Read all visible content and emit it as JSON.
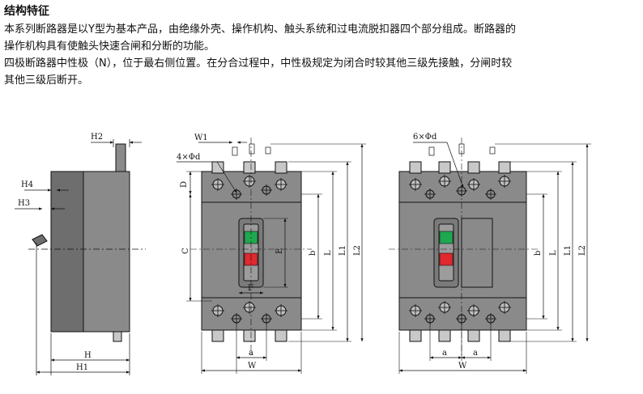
{
  "heading": "结构特征",
  "paragraphs": [
    "本系列断路器是以Y型为基本产品，由绝缘外壳、操作机构、触头系统和过电流脱扣器四个部分组成。断路器的",
    "操作机构具有使触头快速合闸和分断的功能。",
    "四极断路器中性极（N），位于最右侧位置。在分合过程中，中性极规定为闭合时较其他三级先接触，分闸时较",
    "其他三级后断开。"
  ],
  "side_view": {
    "labels": {
      "h2": "H2",
      "h4": "H4",
      "h3": "H3",
      "h": "H",
      "h1": "H1"
    }
  },
  "three_pole_view": {
    "labels": {
      "w1": "W1",
      "holes": "4×Φd",
      "d": "D",
      "c": "C",
      "e": "E",
      "f": "F",
      "b": "b",
      "l": "L",
      "l1": "L1",
      "l2": "L2",
      "a": "a",
      "w": "W"
    }
  },
  "four_pole_view": {
    "labels": {
      "holes": "6×Φd",
      "b": "b",
      "l": "L",
      "l1": "L1",
      "l2": "L2",
      "a1": "a",
      "a2": "a",
      "w": "W"
    }
  },
  "colors": {
    "body": "#8a8a8a",
    "body_dark": "#6e6e6e",
    "terminal": "#c8c8c8",
    "indicator_green": "#1fa84f",
    "indicator_red": "#e0282e",
    "line": "#111111"
  }
}
